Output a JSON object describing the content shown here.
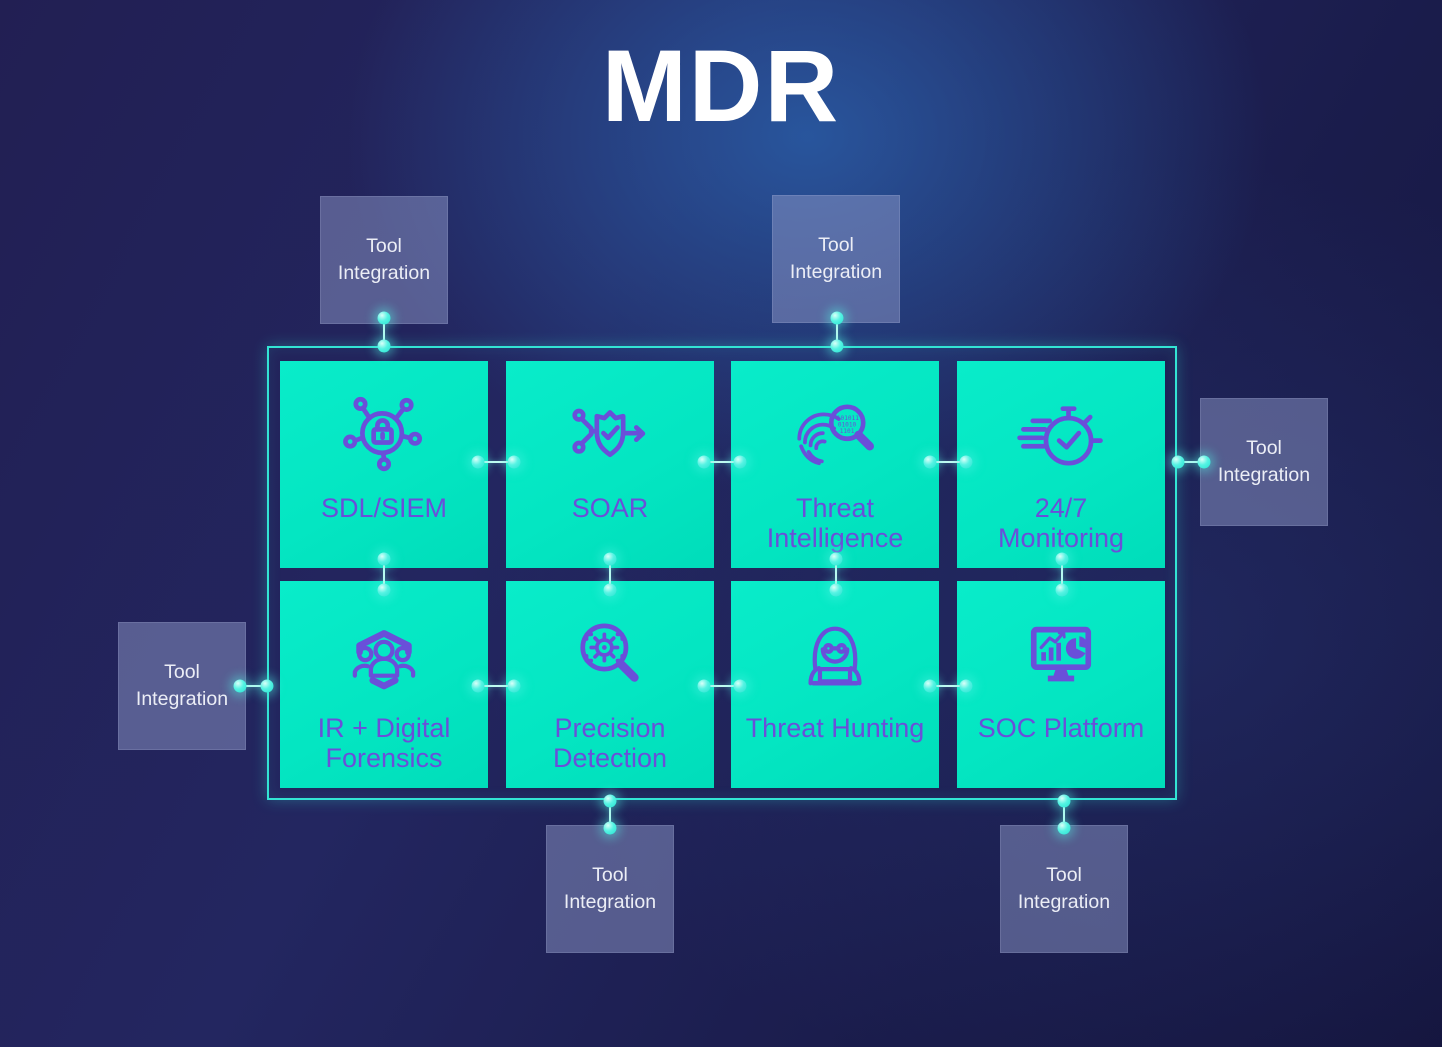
{
  "page": {
    "title": "MDR"
  },
  "diagram": {
    "services": [
      {
        "label": "SDL/SIEM",
        "icon": "network-lock-icon"
      },
      {
        "label": "SOAR",
        "icon": "shield-check-arrow-icon"
      },
      {
        "label": "Threat Intelligence",
        "icon": "fingerprint-magnifier-icon"
      },
      {
        "label": "24/7 Monitoring",
        "icon": "stopwatch-check-icon"
      },
      {
        "label": "IR + Digital Forensics",
        "icon": "team-shield-icon"
      },
      {
        "label": "Precision Detection",
        "icon": "gear-magnifier-icon"
      },
      {
        "label": "Threat Hunting",
        "icon": "hooded-hacker-icon"
      },
      {
        "label": "SOC Platform",
        "icon": "dashboard-monitor-icon"
      }
    ],
    "integrations": [
      {
        "label": "Tool Integration",
        "position": "top-left"
      },
      {
        "label": "Tool Integration",
        "position": "top-right"
      },
      {
        "label": "Tool Integration",
        "position": "right"
      },
      {
        "label": "Tool Integration",
        "position": "left"
      },
      {
        "label": "Tool Integration",
        "position": "bottom-left"
      },
      {
        "label": "Tool Integration",
        "position": "bottom-right"
      }
    ]
  },
  "colors": {
    "title_text": "#ffffff",
    "service_box_teal": "#04e6c2",
    "service_text_purple": "#6a4fd9",
    "integration_box": "#5d6594",
    "integration_text": "#eceef6",
    "connector_cyan": "#27e2d0",
    "frame_border": "#33e4d4",
    "background_navy": "#1d1f52"
  }
}
